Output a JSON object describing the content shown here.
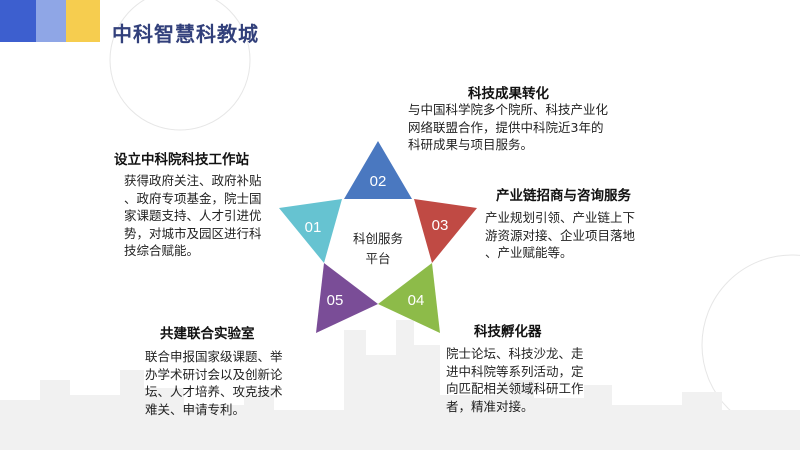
{
  "title": "中科智慧科教城",
  "center": {
    "line1": "科创服务",
    "line2": "平台"
  },
  "items": [
    {
      "num": "01",
      "heading": "设立中科院科技工作站",
      "lines": [
        "获得政府关注、政府补贴",
        "、政府专项基金，院士国",
        "家课题支持、人才引进优",
        "势，对城市及园区进行科",
        "技综合赋能。"
      ]
    },
    {
      "num": "02",
      "heading": "科技成果转化",
      "lines": [
        "与中国科学院多个院所、科技产业化",
        "网络联盟合作，提供中科院近3年的",
        "科研成果与项目服务。"
      ]
    },
    {
      "num": "03",
      "heading": "产业链招商与咨询服务",
      "lines": [
        "产业规划引领、产业链上下",
        "游资源对接、企业项目落地",
        "、产业赋能等。"
      ]
    },
    {
      "num": "04",
      "heading": "科技孵化器",
      "lines": [
        "院士论坛、科技沙龙、走",
        "进中科院等系列活动，定",
        "向匹配相关领域科研工作",
        "者，精准对接。"
      ]
    },
    {
      "num": "05",
      "heading": "共建联合实验室",
      "lines": [
        "联合申报国家级课题、举",
        "办学术研讨会以及创新论",
        "坛、人才培养、攻克技术",
        "难关、申请专利。"
      ]
    }
  ],
  "colors": {
    "p01": "#66c3d1",
    "p02": "#4a78c0",
    "p03": "#c04a44",
    "p04": "#8dbb49",
    "p05": "#7a4d97",
    "title": "#32407b"
  }
}
